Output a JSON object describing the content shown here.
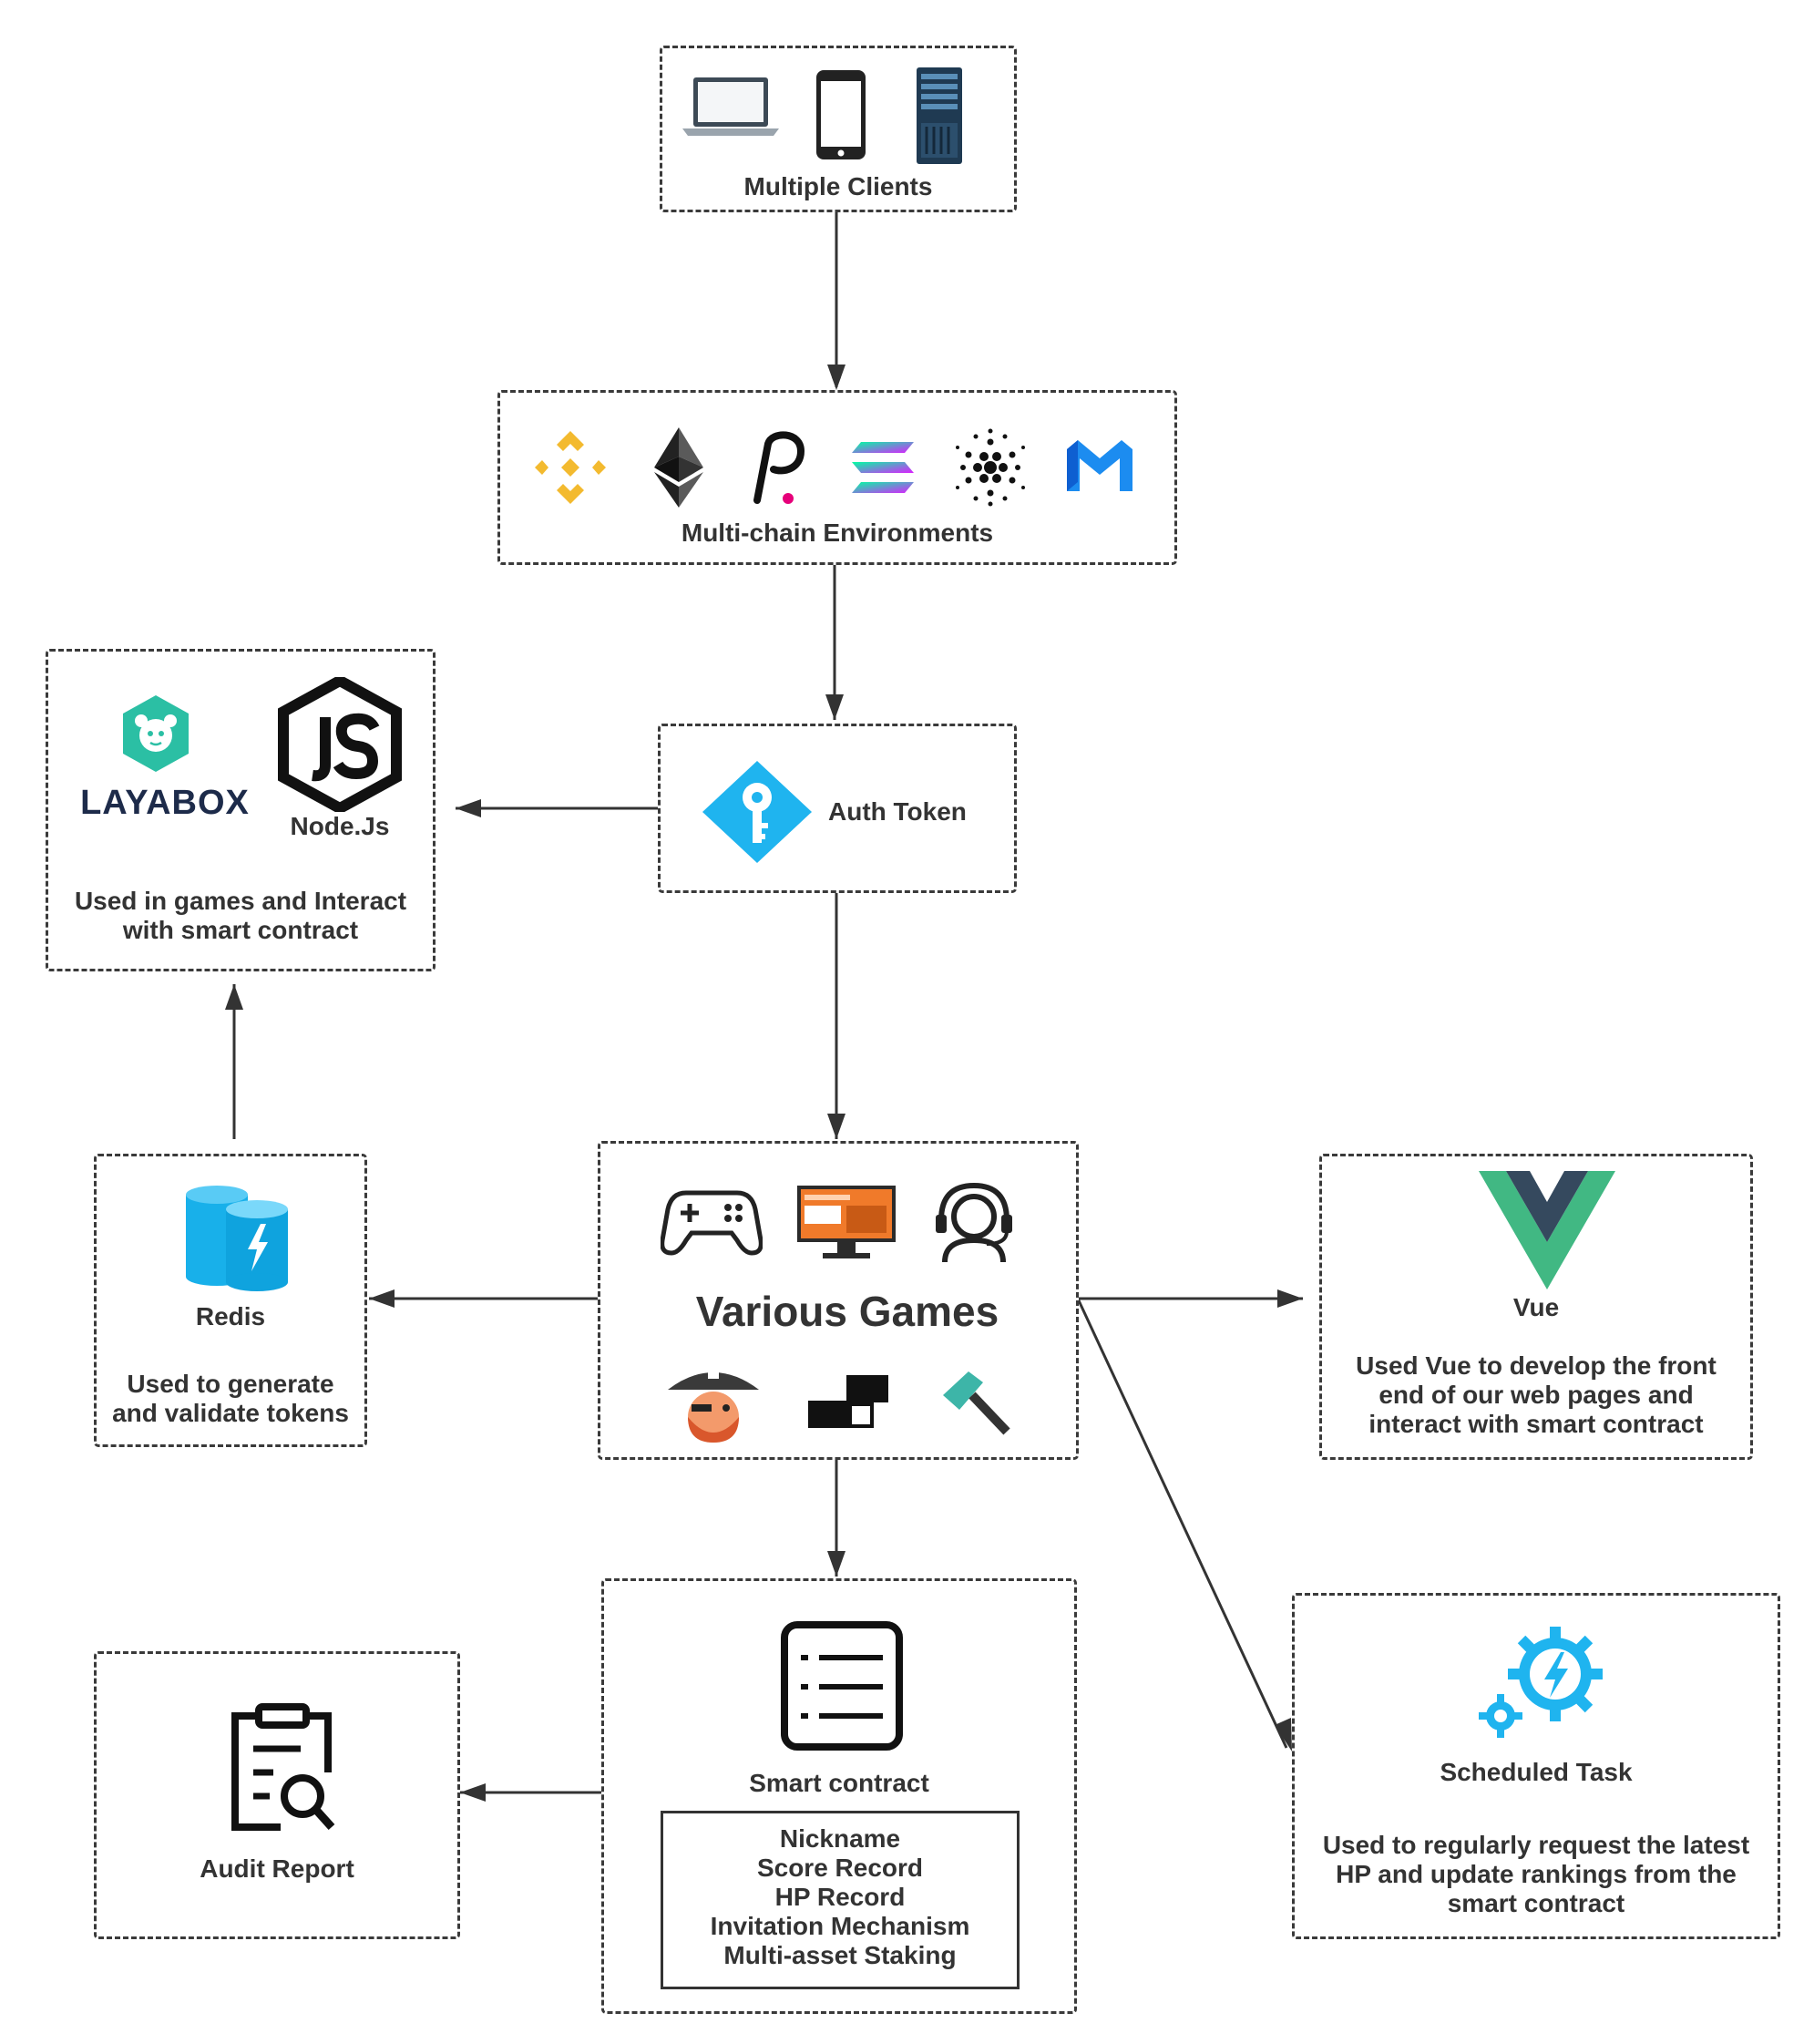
{
  "diagram": {
    "clients": {
      "label": "Multiple Clients",
      "icons": [
        "laptop-icon",
        "smartphone-icon",
        "server-icon"
      ]
    },
    "chains": {
      "label": "Multi-chain Environments",
      "icons": [
        "bnb-icon",
        "ethereum-icon",
        "polkadot-icon",
        "solana-icon",
        "cardano-icon",
        "polygon-icon"
      ]
    },
    "auth": {
      "label": "Auth Token",
      "icon": "key-icon"
    },
    "frontend_tools": {
      "logo_text": "LAYABOX",
      "node_label": "Node.Js",
      "desc": [
        "Used in games and Interact",
        "with smart contract"
      ]
    },
    "games": {
      "label": "Various Games",
      "icons": [
        "gamepad-icon",
        "monitor-icon",
        "headset-user-icon",
        "pirate-icon",
        "blocks-icon",
        "hammer-icon"
      ]
    },
    "redis": {
      "label": "Redis",
      "desc": [
        "Used to generate",
        "and validate tokens"
      ]
    },
    "vue": {
      "label": "Vue",
      "desc": [
        "Used Vue to develop the front",
        "end of our web pages and",
        "interact with smart contract"
      ]
    },
    "contract": {
      "label": "Smart contract",
      "items": [
        "Nickname",
        "Score Record",
        "HP Record",
        "Invitation Mechanism",
        "Multi-asset Staking"
      ]
    },
    "audit": {
      "label": "Audit Report"
    },
    "scheduled": {
      "label": "Scheduled Task",
      "desc": [
        "Used to regularly request the latest",
        "HP and update rankings from the",
        "smart contract"
      ]
    },
    "colors": {
      "border": "#3a3a3a",
      "text": "#333333",
      "accent_blue": "#1fb4ef",
      "vue_green": "#41b883",
      "vue_dark": "#35495e",
      "bnb_yellow": "#f3ba2f"
    }
  }
}
